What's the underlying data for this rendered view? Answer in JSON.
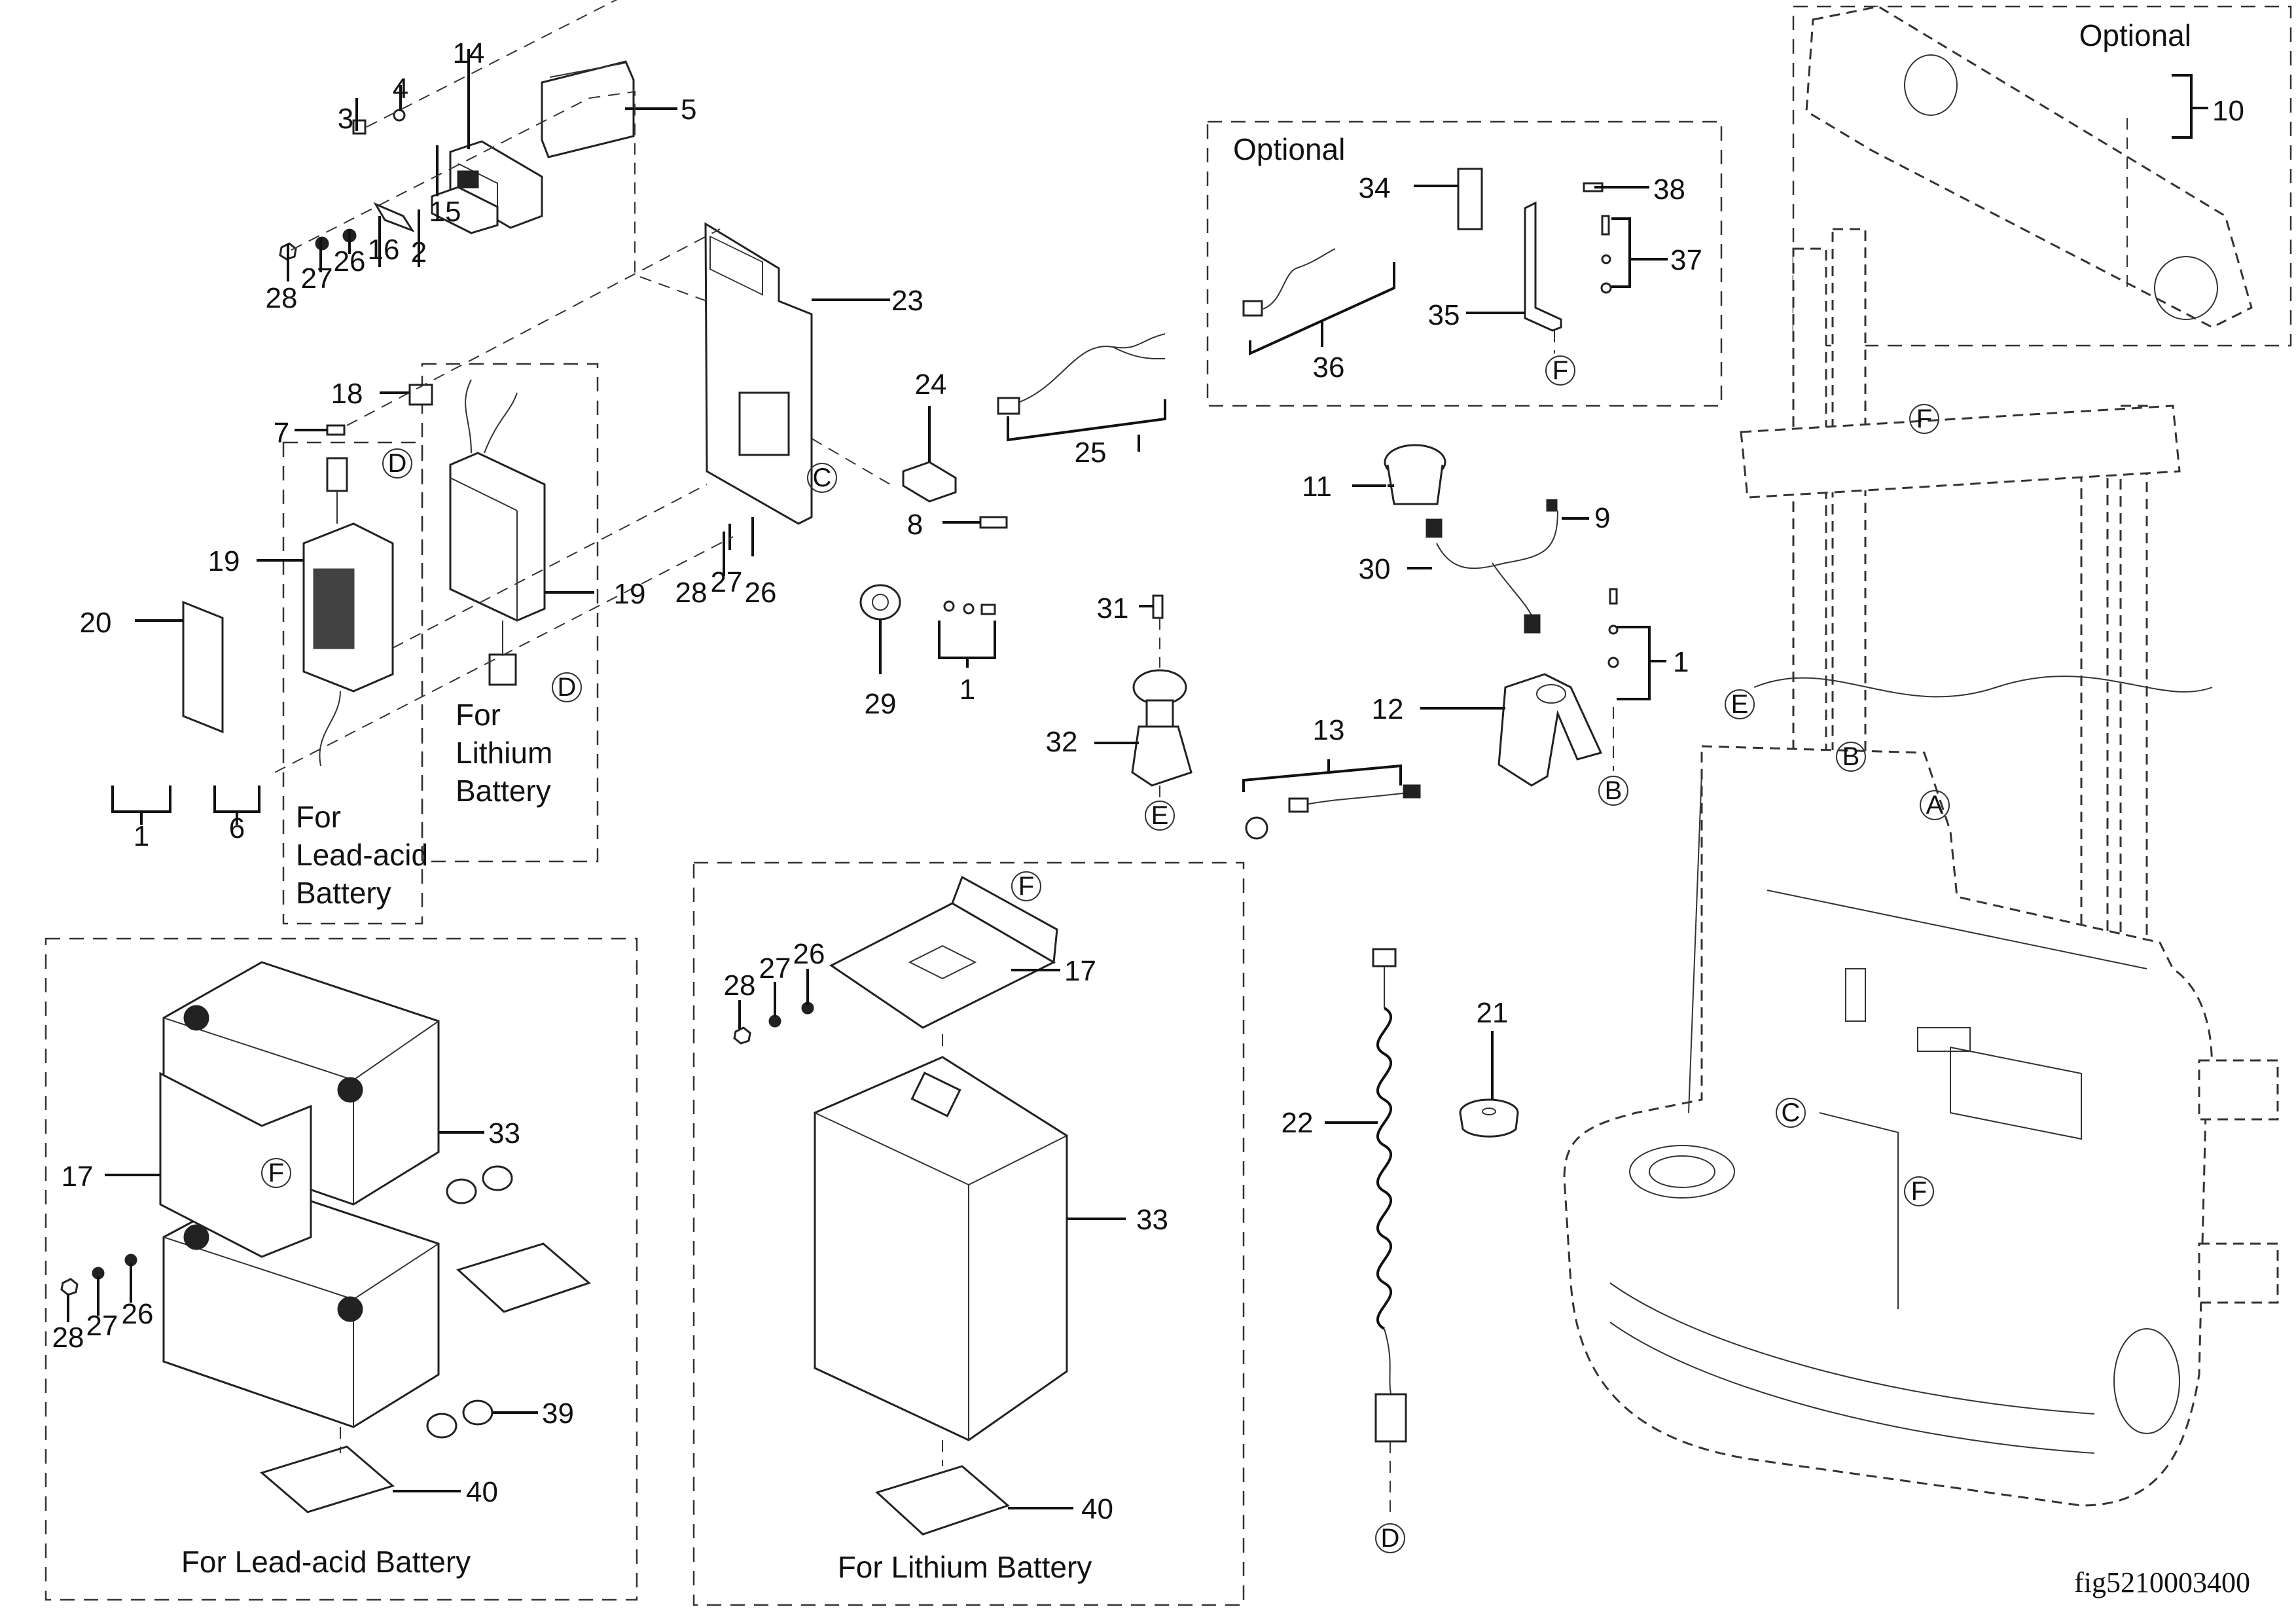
{
  "figure_id": "fig5210003400",
  "group_labels": {
    "optional_top_right": "Optional",
    "optional_middle": "Optional",
    "lead_acid_charger": "For Lead-acid Battery",
    "lithium_charger": "For Lithium Battery",
    "lead_acid_battery": "For Lead-acid Battery",
    "lithium_battery": "For Lithium Battery"
  },
  "ref_markers": [
    "A",
    "B",
    "C",
    "D",
    "E",
    "F"
  ],
  "callouts": [
    "1",
    "2",
    "3",
    "4",
    "5",
    "6",
    "7",
    "8",
    "9",
    "10",
    "11",
    "12",
    "13",
    "14",
    "15",
    "16",
    "17",
    "18",
    "19",
    "20",
    "21",
    "22",
    "23",
    "24",
    "25",
    "26",
    "27",
    "28",
    "29",
    "30",
    "31",
    "32",
    "33",
    "34",
    "35",
    "36",
    "37",
    "38",
    "39",
    "40"
  ]
}
